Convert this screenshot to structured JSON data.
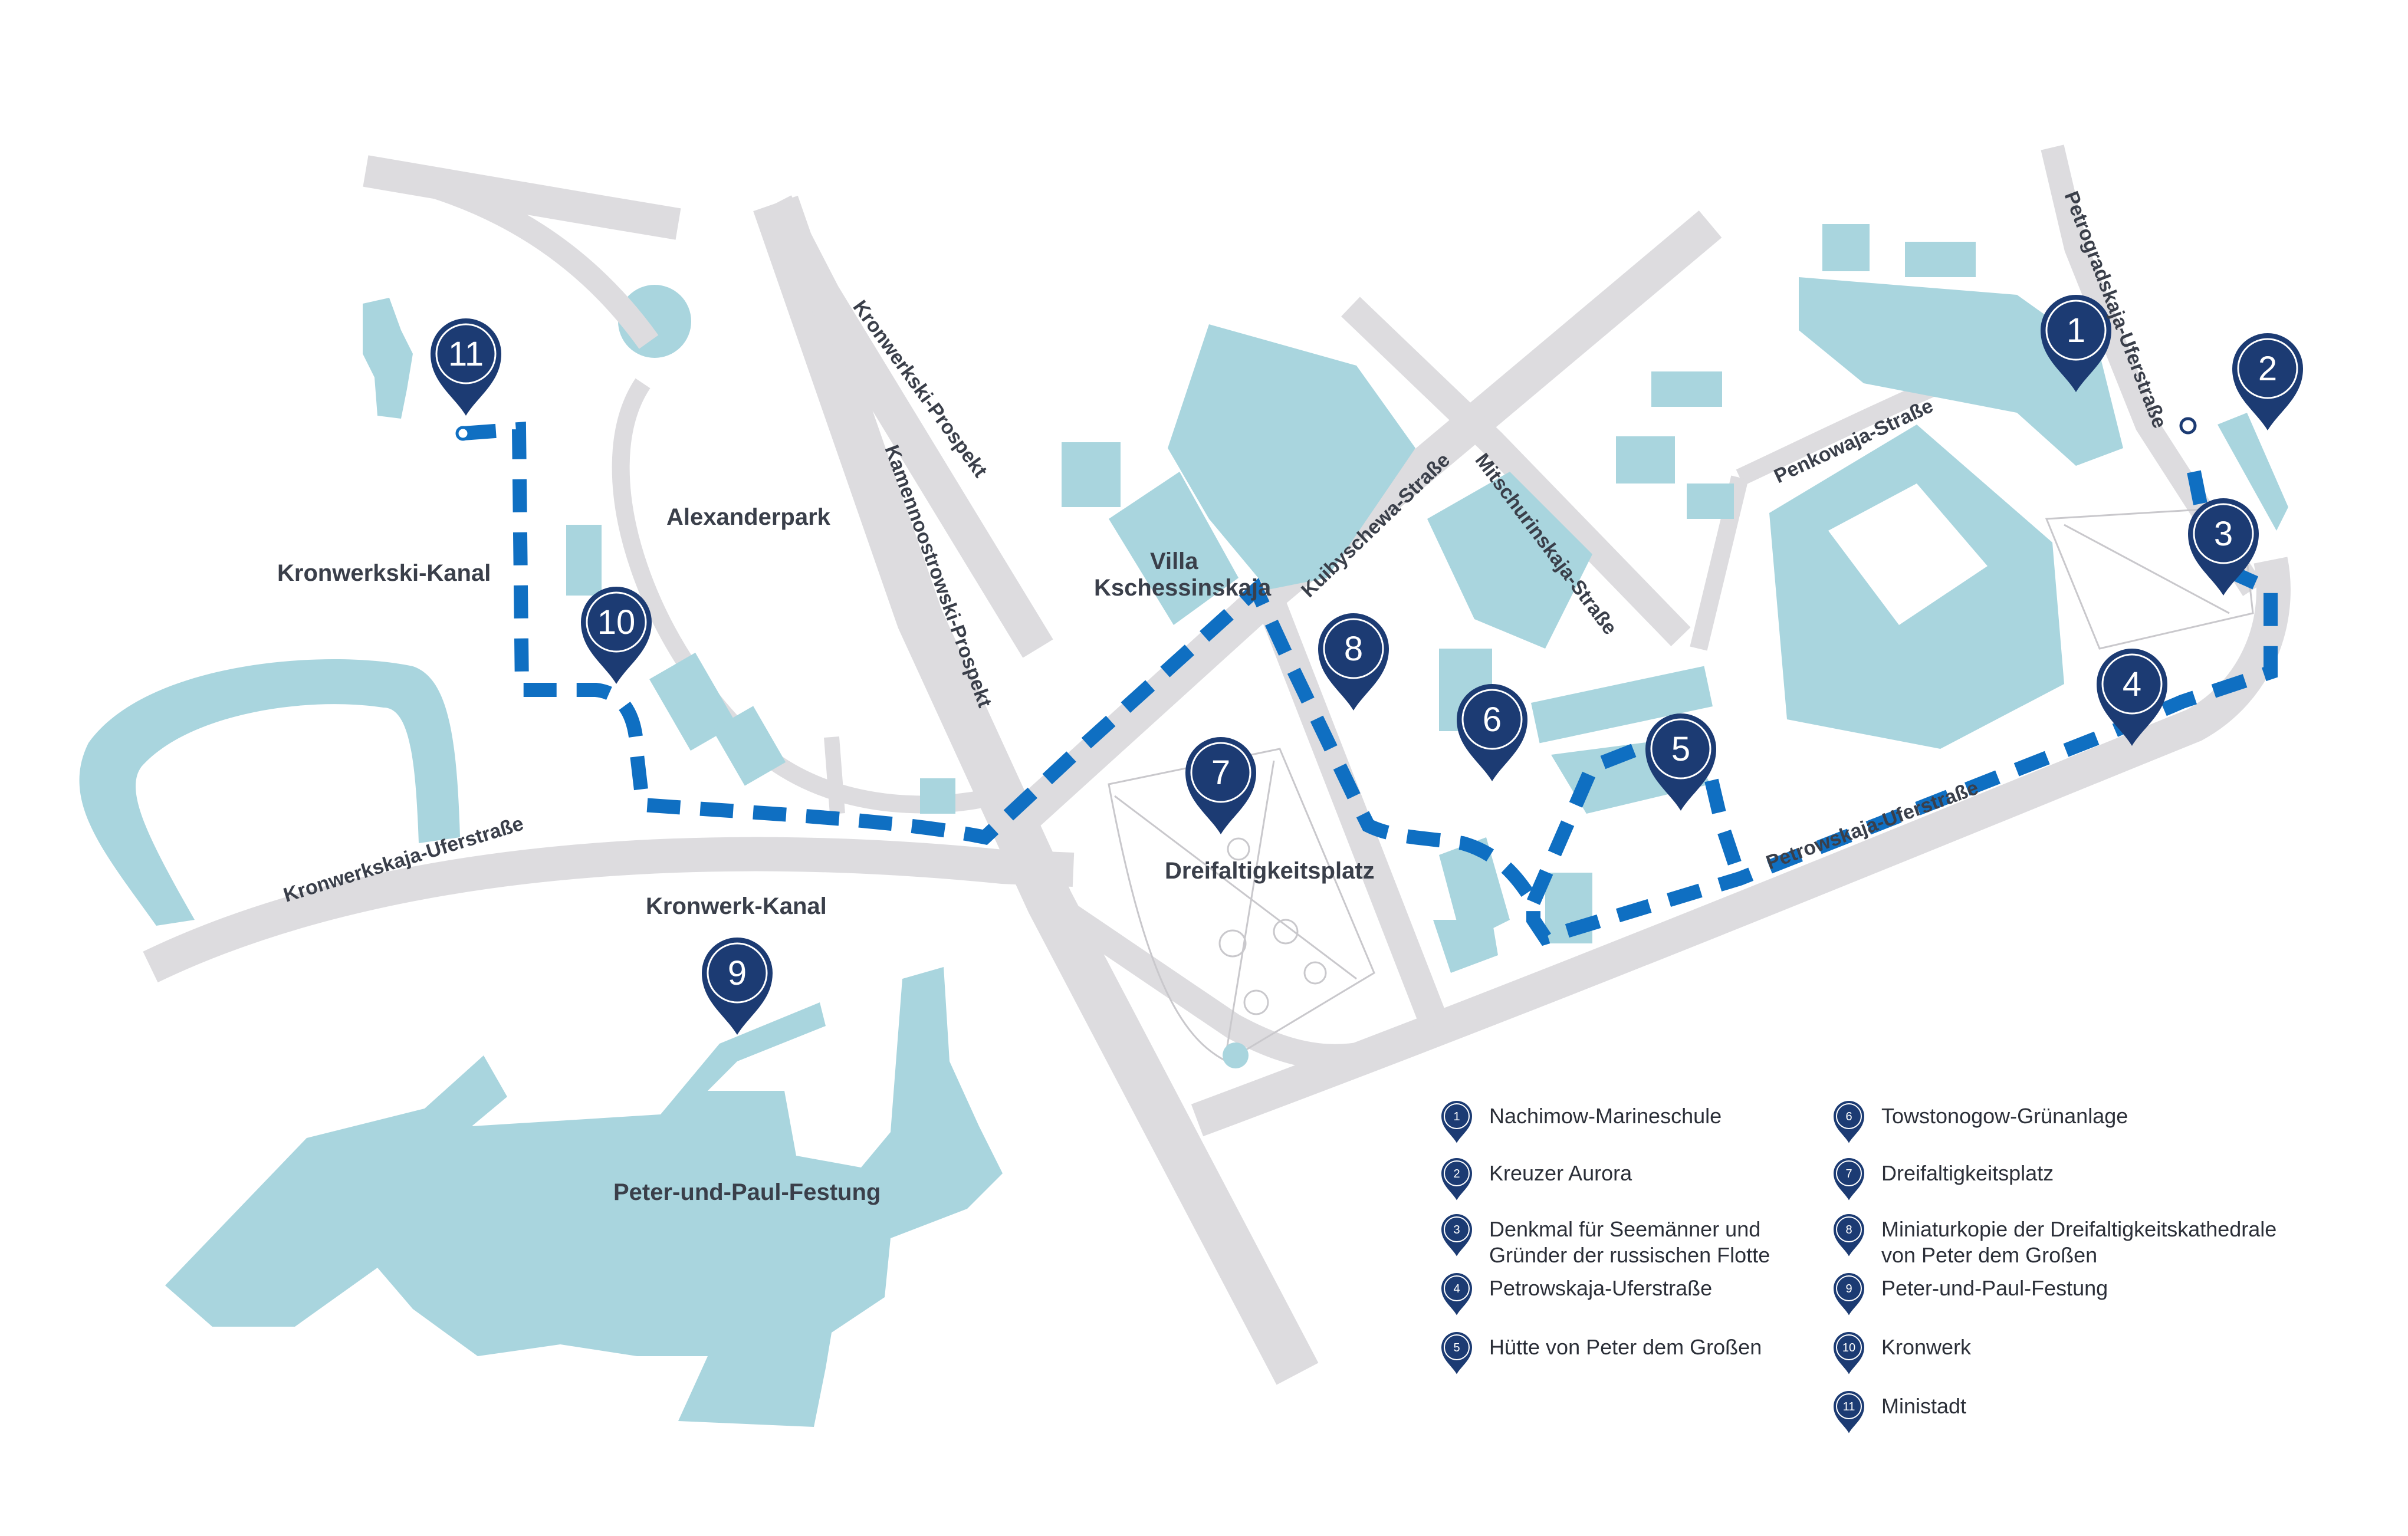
{
  "colors": {
    "road": "#dddcdf",
    "road_edge": "#c9c8cc",
    "water": "#a9d5de",
    "building": "#a9d5de",
    "route": "#0f6fc2",
    "pin": "#1c3b73",
    "label": "#3a3f4a"
  },
  "places": {
    "alexanderpark": "Alexanderpark",
    "kronwerkski_kanal": "Kronwerkski-Kanal",
    "kronwerk_kanal": "Kronwerk-Kanal",
    "festung": "Peter-und-Paul-Festung",
    "villa_line1": "Villa",
    "villa_line2": "Kschessinskaja",
    "dreifaltigkeitsplatz": "Dreifaltigkeitsplatz"
  },
  "streets": {
    "kronwerkski_prospekt": "Kronwerkski-Prospekt",
    "kamennoostrowski": "Kamennoostrowski-Prospekt",
    "kronwerkskaja": "Kronwerkskaja-Uferstraße",
    "kuibyschewa": "Kuibyschewa-Straße",
    "mitschurinskaja": "Mitschurinskaja-Straße",
    "penkowaja": "Penkowaja-Straße",
    "petrogradskaja": "Petrogradskaja-Uferstraße",
    "petrowskaja": "Petrowskaja-Uferstraße"
  },
  "map_pins": [
    "1",
    "2",
    "3",
    "4",
    "5",
    "6",
    "7",
    "8",
    "9",
    "10",
    "11"
  ],
  "legend": [
    {
      "num": "1",
      "lines": [
        "Nachimow-Marineschule"
      ]
    },
    {
      "num": "2",
      "lines": [
        "Kreuzer Aurora"
      ]
    },
    {
      "num": "3",
      "lines": [
        "Denkmal für Seemänner und",
        "Gründer der russischen Flotte"
      ]
    },
    {
      "num": "4",
      "lines": [
        "Petrowskaja-Uferstraße"
      ]
    },
    {
      "num": "5",
      "lines": [
        "Hütte von Peter dem Großen"
      ]
    },
    {
      "num": "6",
      "lines": [
        "Towstonogow-Grünanlage"
      ]
    },
    {
      "num": "7",
      "lines": [
        "Dreifaltigkeitsplatz"
      ]
    },
    {
      "num": "8",
      "lines": [
        "Miniaturkopie der Dreifaltigkeitskathedrale",
        "von Peter dem Großen"
      ]
    },
    {
      "num": "9",
      "lines": [
        "Peter-und-Paul-Festung"
      ]
    },
    {
      "num": "10",
      "lines": [
        "Kronwerk"
      ]
    },
    {
      "num": "11",
      "lines": [
        "Ministadt"
      ]
    }
  ]
}
